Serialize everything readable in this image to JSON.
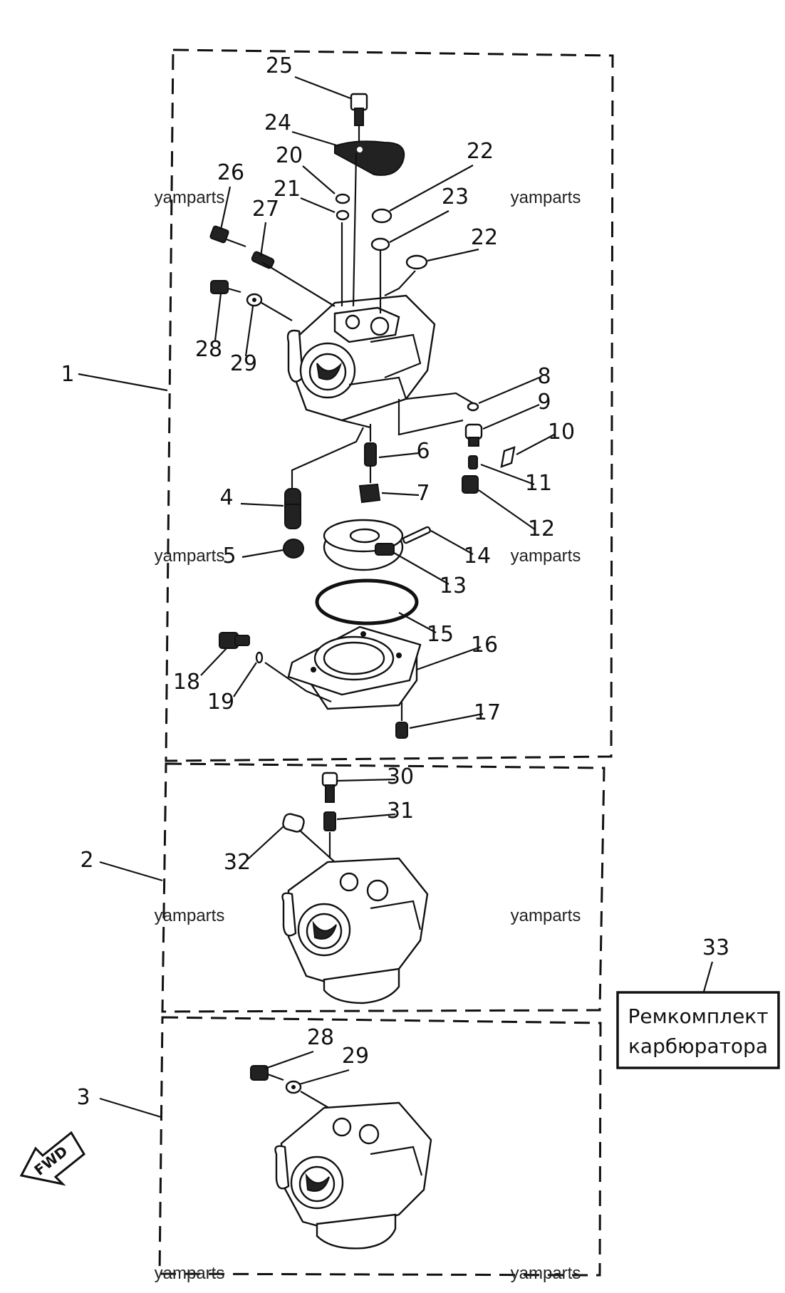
{
  "diagram": {
    "callouts": [
      {
        "id": "1",
        "label": "1"
      },
      {
        "id": "2",
        "label": "2"
      },
      {
        "id": "3",
        "label": "3"
      },
      {
        "id": "4",
        "label": "4"
      },
      {
        "id": "5",
        "label": "5"
      },
      {
        "id": "6",
        "label": "6"
      },
      {
        "id": "7",
        "label": "7"
      },
      {
        "id": "8",
        "label": "8"
      },
      {
        "id": "9",
        "label": "9"
      },
      {
        "id": "10",
        "label": "10"
      },
      {
        "id": "11",
        "label": "11"
      },
      {
        "id": "12",
        "label": "12"
      },
      {
        "id": "13",
        "label": "13"
      },
      {
        "id": "14",
        "label": "14"
      },
      {
        "id": "15",
        "label": "15"
      },
      {
        "id": "16",
        "label": "16"
      },
      {
        "id": "17",
        "label": "17"
      },
      {
        "id": "18",
        "label": "18"
      },
      {
        "id": "19",
        "label": "19"
      },
      {
        "id": "20",
        "label": "20"
      },
      {
        "id": "21",
        "label": "21"
      },
      {
        "id": "22a",
        "label": "22"
      },
      {
        "id": "22b",
        "label": "22"
      },
      {
        "id": "23",
        "label": "23"
      },
      {
        "id": "24",
        "label": "24"
      },
      {
        "id": "25",
        "label": "25"
      },
      {
        "id": "26",
        "label": "26"
      },
      {
        "id": "27",
        "label": "27"
      },
      {
        "id": "28a",
        "label": "28"
      },
      {
        "id": "29a",
        "label": "29"
      },
      {
        "id": "30",
        "label": "30"
      },
      {
        "id": "31",
        "label": "31"
      },
      {
        "id": "32",
        "label": "32"
      },
      {
        "id": "28b",
        "label": "28"
      },
      {
        "id": "29b",
        "label": "29"
      },
      {
        "id": "33",
        "label": "33"
      }
    ],
    "watermark": "yamparts",
    "repair_kit": {
      "line1": "Ремкомплект",
      "line2": "карбюратора"
    },
    "fwd_label": "FWD"
  }
}
